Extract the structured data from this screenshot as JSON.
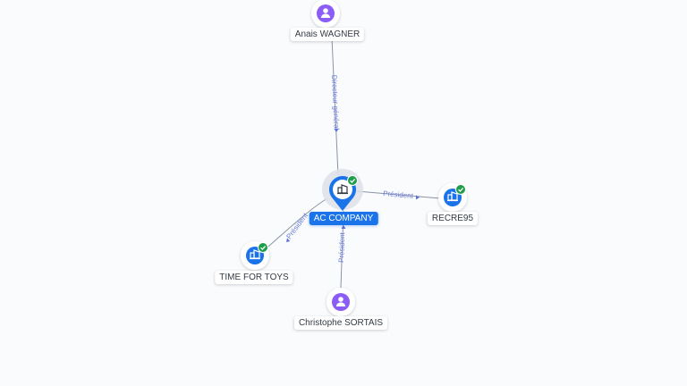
{
  "nodes": {
    "center": {
      "label": "AC COMPANY",
      "type": "company",
      "verified": true
    },
    "anais": {
      "label": "Anais WAGNER",
      "type": "person"
    },
    "recre95": {
      "label": "RECRE95",
      "type": "company",
      "verified": true
    },
    "timefortoys": {
      "label": "TIME FOR TOYS",
      "type": "company",
      "verified": true
    },
    "christophe": {
      "label": "Christophe SORTAIS",
      "type": "person"
    }
  },
  "edges": {
    "anais_center": {
      "label": "Directeur général"
    },
    "center_recre95": {
      "label": "Président"
    },
    "center_timefortoys": {
      "label": "Président"
    },
    "christophe_center": {
      "label": "Président"
    }
  },
  "colors": {
    "company_blue": "#1a73e8",
    "person_purple": "#8b5cf6",
    "verified_green": "#1e9e4a",
    "edge_gray": "#8a93a6",
    "edge_label_blue": "#6a7bd8"
  },
  "icons": {
    "company": "building-icon",
    "person": "person-icon",
    "verified": "check-badge-icon"
  }
}
